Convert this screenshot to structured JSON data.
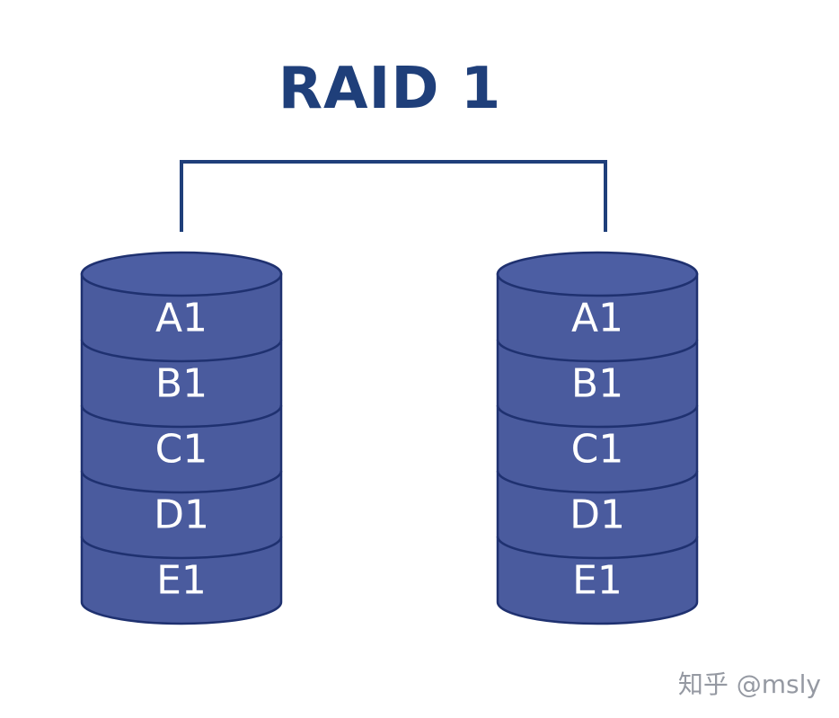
{
  "title": "RAID 1",
  "colors": {
    "disk_fill": "#4a5b9e",
    "disk_top": "#4c5ea3",
    "disk_stroke": "#1f3170",
    "connector": "#1f3f7a",
    "title": "#1f3f7a"
  },
  "disks": [
    {
      "segments": [
        "A1",
        "B1",
        "C1",
        "D1",
        "E1"
      ]
    },
    {
      "segments": [
        "A1",
        "B1",
        "C1",
        "D1",
        "E1"
      ]
    }
  ],
  "watermark": "知乎 @msly"
}
